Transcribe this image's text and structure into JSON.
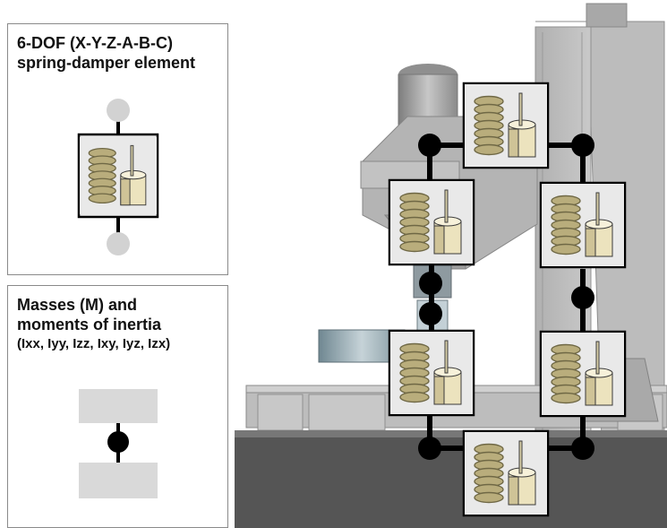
{
  "legend": {
    "spring_panel": {
      "title_line1": "6-DOF (X-Y-Z-A-B-C)",
      "title_line2": "spring-damper element"
    },
    "mass_panel": {
      "title_line1": "Masses (M) and",
      "title_line2": "moments of inertia",
      "title_line3": "(Ixx, Iyy, Izz, Ixy, Iyz, Izx)"
    }
  },
  "colors": {
    "spring_brass": "#b9ad7c",
    "damper_cream": "#ece3be",
    "node": "#000000",
    "ghost_node": "#cfcfcf",
    "machine_grey": "#b8b8b8",
    "base_dark": "#555555"
  }
}
